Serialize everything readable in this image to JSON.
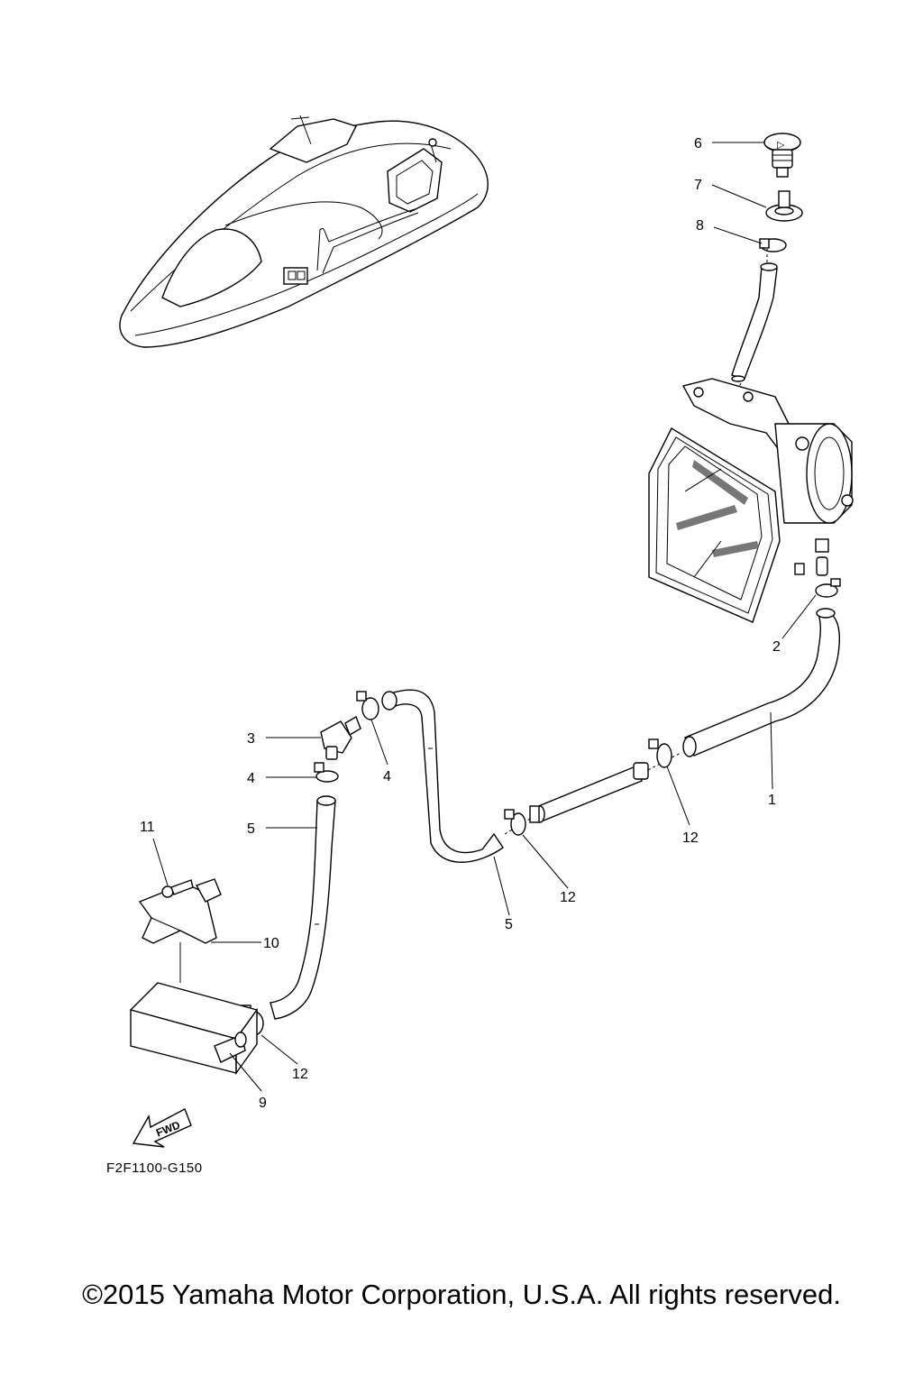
{
  "callouts": [
    {
      "id": "c6",
      "text": "6"
    },
    {
      "id": "c7",
      "text": "7"
    },
    {
      "id": "c8",
      "text": "8"
    },
    {
      "id": "c2",
      "text": "2"
    },
    {
      "id": "c3",
      "text": "3"
    },
    {
      "id": "c4a",
      "text": "4"
    },
    {
      "id": "c4b",
      "text": "4"
    },
    {
      "id": "c1",
      "text": "1"
    },
    {
      "id": "c12a",
      "text": "12"
    },
    {
      "id": "c5a",
      "text": "5"
    },
    {
      "id": "c11",
      "text": "11"
    },
    {
      "id": "c12b",
      "text": "12"
    },
    {
      "id": "c5b",
      "text": "5"
    },
    {
      "id": "c10",
      "text": "10"
    },
    {
      "id": "c12c",
      "text": "12"
    },
    {
      "id": "c9",
      "text": "9"
    }
  ],
  "fwd_label": "FWD",
  "diagram_code": "F2F1100-G150",
  "copyright": "©2015 Yamaha Motor Corporation, U.S.A. All rights reserved."
}
